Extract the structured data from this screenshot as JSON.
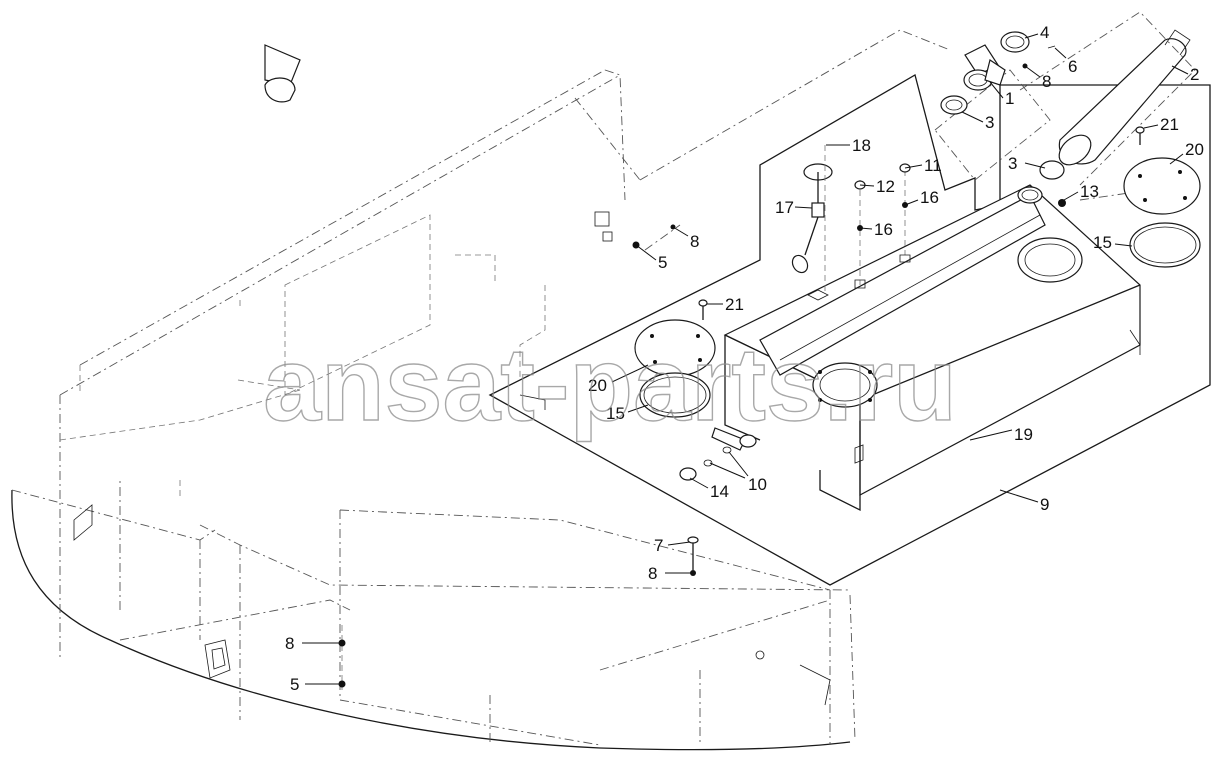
{
  "watermark": "ansat-parts.ru",
  "callouts": [
    {
      "label": "1"
    },
    {
      "label": "2"
    },
    {
      "label": "3"
    },
    {
      "label": "3"
    },
    {
      "label": "4"
    },
    {
      "label": "5"
    },
    {
      "label": "5"
    },
    {
      "label": "6"
    },
    {
      "label": "7"
    },
    {
      "label": "8"
    },
    {
      "label": "8"
    },
    {
      "label": "8"
    },
    {
      "label": "8"
    },
    {
      "label": "9"
    },
    {
      "label": "10"
    },
    {
      "label": "11"
    },
    {
      "label": "12"
    },
    {
      "label": "13"
    },
    {
      "label": "14"
    },
    {
      "label": "15"
    },
    {
      "label": "15"
    },
    {
      "label": "16"
    },
    {
      "label": "16"
    },
    {
      "label": "17"
    },
    {
      "label": "18"
    },
    {
      "label": "19"
    },
    {
      "label": "20"
    },
    {
      "label": "20"
    },
    {
      "label": "21"
    },
    {
      "label": "21"
    }
  ]
}
